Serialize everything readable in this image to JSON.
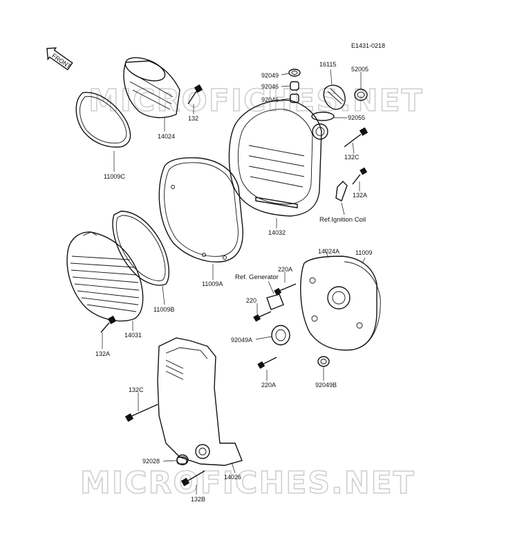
{
  "diagram_code": "E1431-0218",
  "front_label": "FRONT",
  "watermark": "MICROFICHES.NET",
  "parts": {
    "p11009C": "11009C",
    "p14024": "14024",
    "p132_top": "132",
    "p92049": "92049",
    "p92046_a": "92046",
    "p92046_b": "92046",
    "p16115": "16115",
    "p52005": "52005",
    "p92055": "92055",
    "p132C_top": "132C",
    "p132A_right": "132A",
    "ref_ignition": "Ref.Ignition Coil",
    "p14032": "14032",
    "p11009A": "11009A",
    "p11009B": "11009B",
    "p14031": "14031",
    "p132A_left": "132A",
    "p14024A": "14024A",
    "p11009": "11009",
    "ref_generator": "Ref. Generator",
    "p220A_top": "220A",
    "p220": "220",
    "p92049A": "92049A",
    "p220A_bottom": "220A",
    "p92049B": "92049B",
    "p132C_bottom": "132C",
    "p92028": "92028",
    "p14026": "14026",
    "p132B": "132B"
  }
}
